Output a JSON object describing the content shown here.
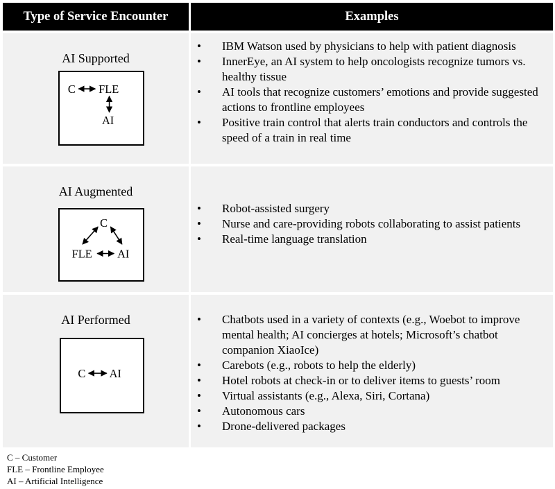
{
  "header": {
    "col1": "Type of Service Encounter",
    "col2": "Examples"
  },
  "rows": [
    {
      "type": "AI Supported",
      "diagram": {
        "c": "C",
        "fle": "FLE",
        "ai": "AI"
      },
      "examples": [
        "IBM Watson used by physicians to help with patient diagnosis",
        "InnerEye, an AI system to help oncologists recognize tumors vs. healthy tissue",
        "AI tools that recognize customers’ emotions and provide suggested actions to frontline employees",
        "Positive train control that alerts train conductors and controls the speed of a train in real time"
      ]
    },
    {
      "type": "AI Augmented",
      "diagram": {
        "c": "C",
        "fle": "FLE",
        "ai": "AI"
      },
      "examples": [
        "Robot-assisted surgery",
        "Nurse and care-providing robots collaborating to assist patients",
        "Real-time language translation"
      ]
    },
    {
      "type": "AI Performed",
      "diagram": {
        "c": "C",
        "ai": "AI"
      },
      "examples": [
        "Chatbots used in a variety of contexts (e.g., Woebot to improve mental health; AI concierges at hotels; Microsoft’s chatbot companion XiaoIce)",
        "Carebots (e.g., robots to help the elderly)",
        "Hotel robots at check-in or to deliver items to guests’ room",
        "Virtual assistants (e.g., Alexa, Siri, Cortana)",
        "Autonomous cars",
        "Drone-delivered packages"
      ]
    }
  ],
  "bullet_symbol": "•",
  "legend": [
    "C – Customer",
    "FLE – Frontline Employee",
    "AI – Artificial Intelligence"
  ]
}
